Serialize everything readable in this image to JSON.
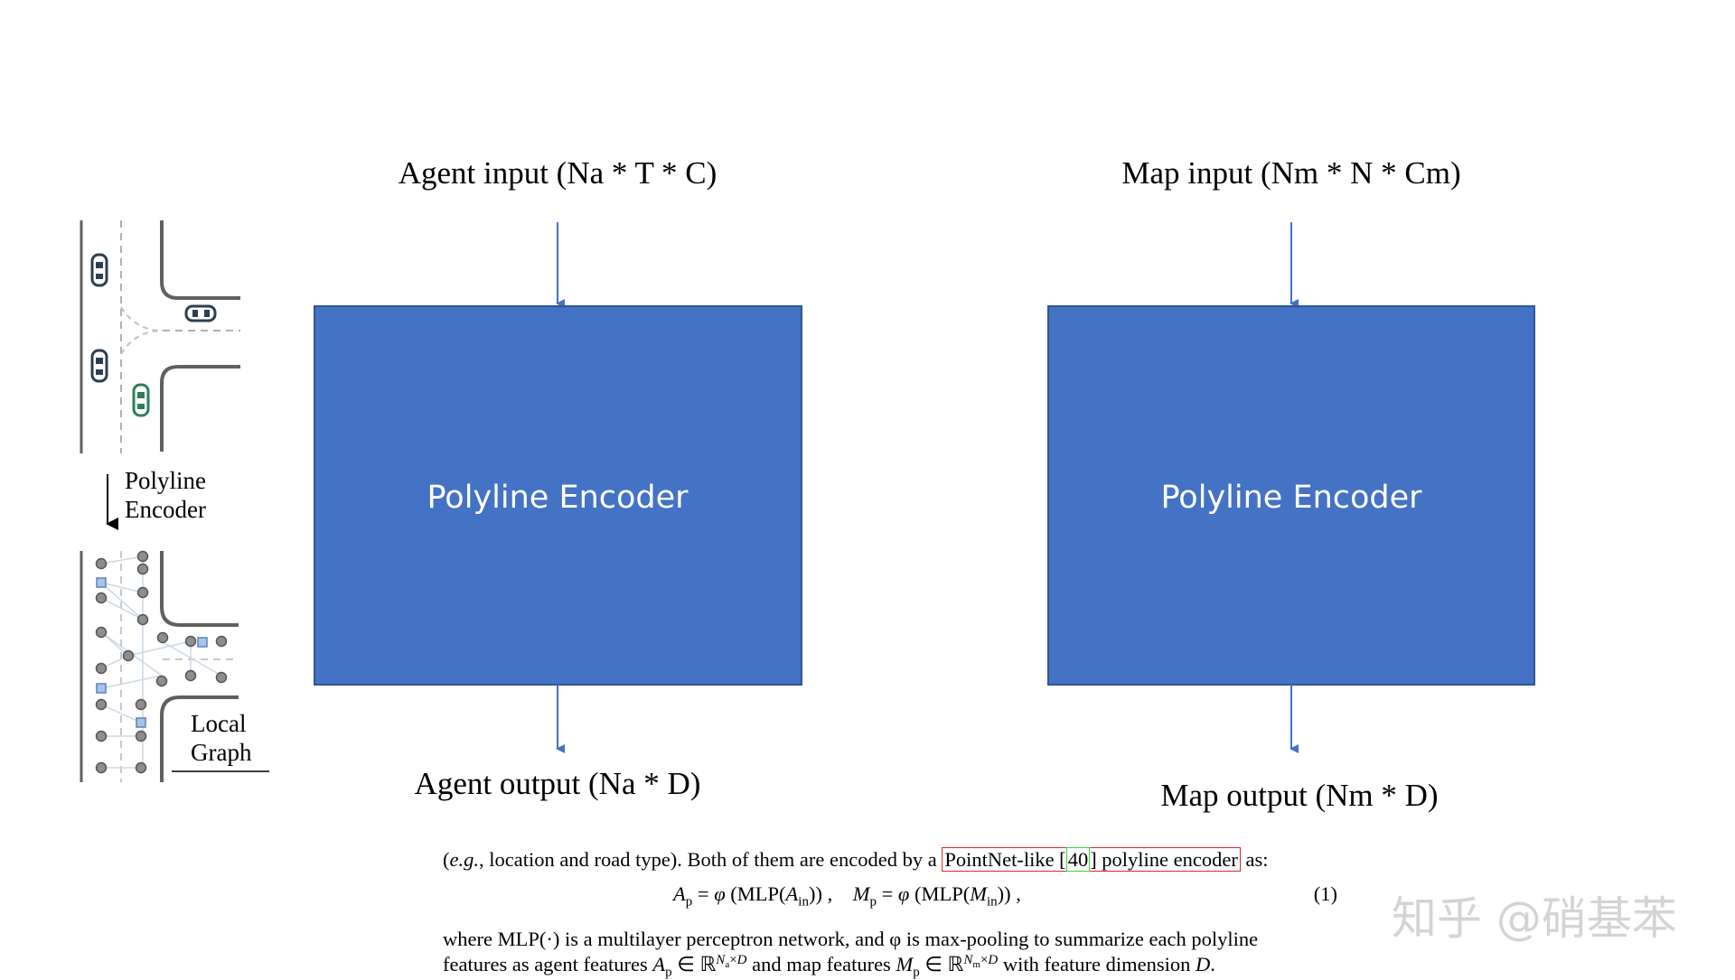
{
  "agent": {
    "input_label": "Agent input (Na * T * C)",
    "encoder_label": "Polyline Encoder",
    "output_label": "Agent output (Na * D)"
  },
  "map": {
    "input_label": "Map input (Nm * N * Cm)",
    "encoder_label": "Polyline Encoder",
    "output_label": "Map output (Nm * D)"
  },
  "left_figure": {
    "arrow_label_line1": "Polyline",
    "arrow_label_line2": "Encoder",
    "graph_label_line1": "Local",
    "graph_label_line2": "Graph"
  },
  "paper_excerpt": {
    "line1_before": "(",
    "line1_eg": "e.g.",
    "line1_mid": ", location and road type). Both of them are encoded by a ",
    "line1_boxed_a": "PointNet-like [",
    "line1_cite": "40",
    "line1_boxed_b": "] polyline encoder",
    "line1_after": " as:",
    "equation_number": "(1)",
    "line2": "where MLP(·) is a multilayer perceptron network, and φ is max-pooling to summarize each polyline",
    "line3_a": "features as agent features ",
    "line3_b": " and map features ",
    "line3_c": " with feature dimension ",
    "line3_d": "."
  },
  "watermark": "知乎 @硝基苯",
  "colors": {
    "encoder_fill": "#4472c4",
    "encoder_stroke": "#2f5597",
    "arrow": "#4472c4",
    "highlight_box": "#e3262b",
    "citation_box": "#3ad63a"
  }
}
